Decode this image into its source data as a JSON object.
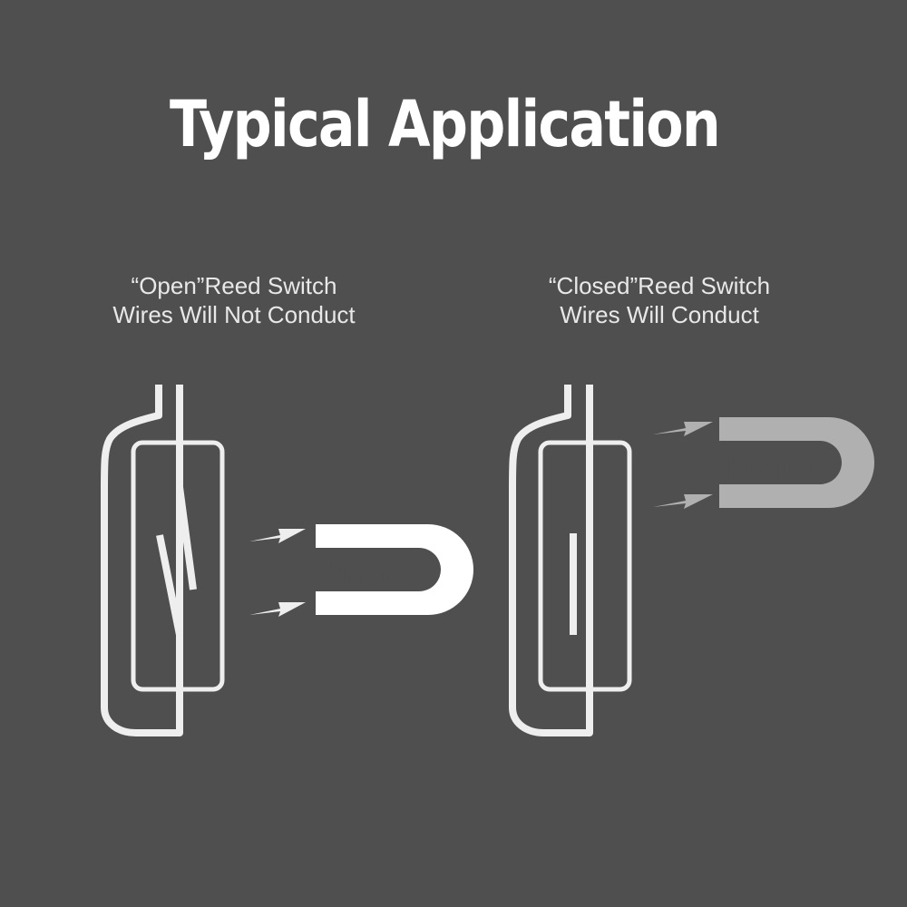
{
  "title": "Typical Application",
  "open_panel": {
    "line1": "“Open”Reed Switch",
    "line2": "Wires  Will  Not  Conduct",
    "magnet_label": "Magnet"
  },
  "closed_panel": {
    "line1": "“Closed”Reed Switch",
    "line2": "Wires  Will  Conduct",
    "magnet_label": "Magnet"
  },
  "colors": {
    "background": "#4f4f4f",
    "title": "#ffffff",
    "caption": "#e8e8e8",
    "switch_outline": "#eeeeee",
    "magnet_near": "#ffffff",
    "magnet_far": "#b0b0b0",
    "magnet_label": "#4f4f4f",
    "magnet_far_label": "#4f4f4f"
  },
  "icons": [
    "reed-switch-open",
    "reed-switch-closed",
    "horseshoe-magnet",
    "lightning-bolt-icon"
  ]
}
